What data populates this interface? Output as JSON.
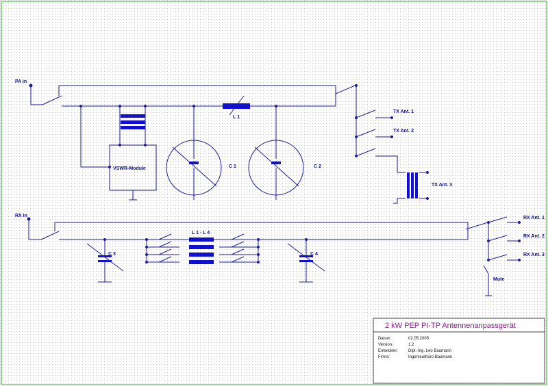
{
  "labels": {
    "pa_in": "PA in",
    "rx_in": "RX in",
    "tx_ant_1": "TX Ant. 1",
    "tx_ant_2": "TX Ant. 2",
    "tx_ant_3": "TX Ant. 3",
    "rx_ant_1": "RX Ant. 1",
    "rx_ant_2": "RX Ant. 2",
    "rx_ant_3": "RX Ant. 3",
    "mute": "Mute",
    "vswr": "VSWR-Module",
    "l1": "L 1",
    "l1_l4": "L 1 - L 4",
    "c1": "C 1",
    "c2": "C 2",
    "c3": "C 3",
    "c4": "C 4"
  },
  "title_block": {
    "title": "2 kW PEP PI-TP Antennenanpassgerät",
    "rows": [
      {
        "label": "Datum:",
        "value": "02.05.2005"
      },
      {
        "label": "Version:",
        "value": "1.2"
      },
      {
        "label": "Entwickler:",
        "value": "Dipl.-Ing. Leo Baumann"
      },
      {
        "label": "Firma:",
        "value": "Ingenieurbüro Baumann"
      }
    ]
  },
  "colors": {
    "wire": "#1a1a9a",
    "component": "#1010d0",
    "grid": "#cfcfcf",
    "border": "#33aa33",
    "title": "#8a1a8a"
  }
}
